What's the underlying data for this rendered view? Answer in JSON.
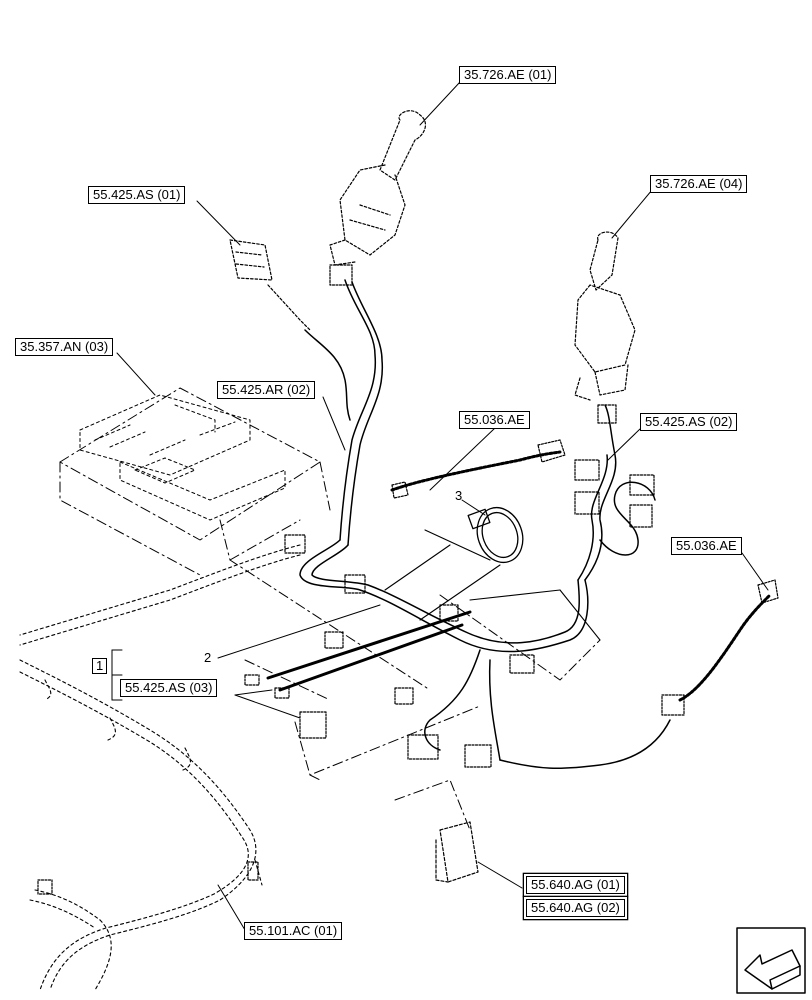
{
  "diagram": {
    "callouts": {
      "c1": "35.726.AE (01)",
      "c2": "55.425.AS (01)",
      "c3": "35.726.AE (04)",
      "c4": "35.357.AN (03)",
      "c5": "55.425.AR (02)",
      "c6": "55.036.AE",
      "c7": "55.425.AS (02)",
      "c8": "55.036.AE",
      "c9": "55.425.AS (03)",
      "c10": "55.640.AG (01)",
      "c11": "55.640.AG (02)",
      "c12": "55.101.AC (01)"
    },
    "items": {
      "i1": "1",
      "i2": "2",
      "i3": "3"
    }
  }
}
